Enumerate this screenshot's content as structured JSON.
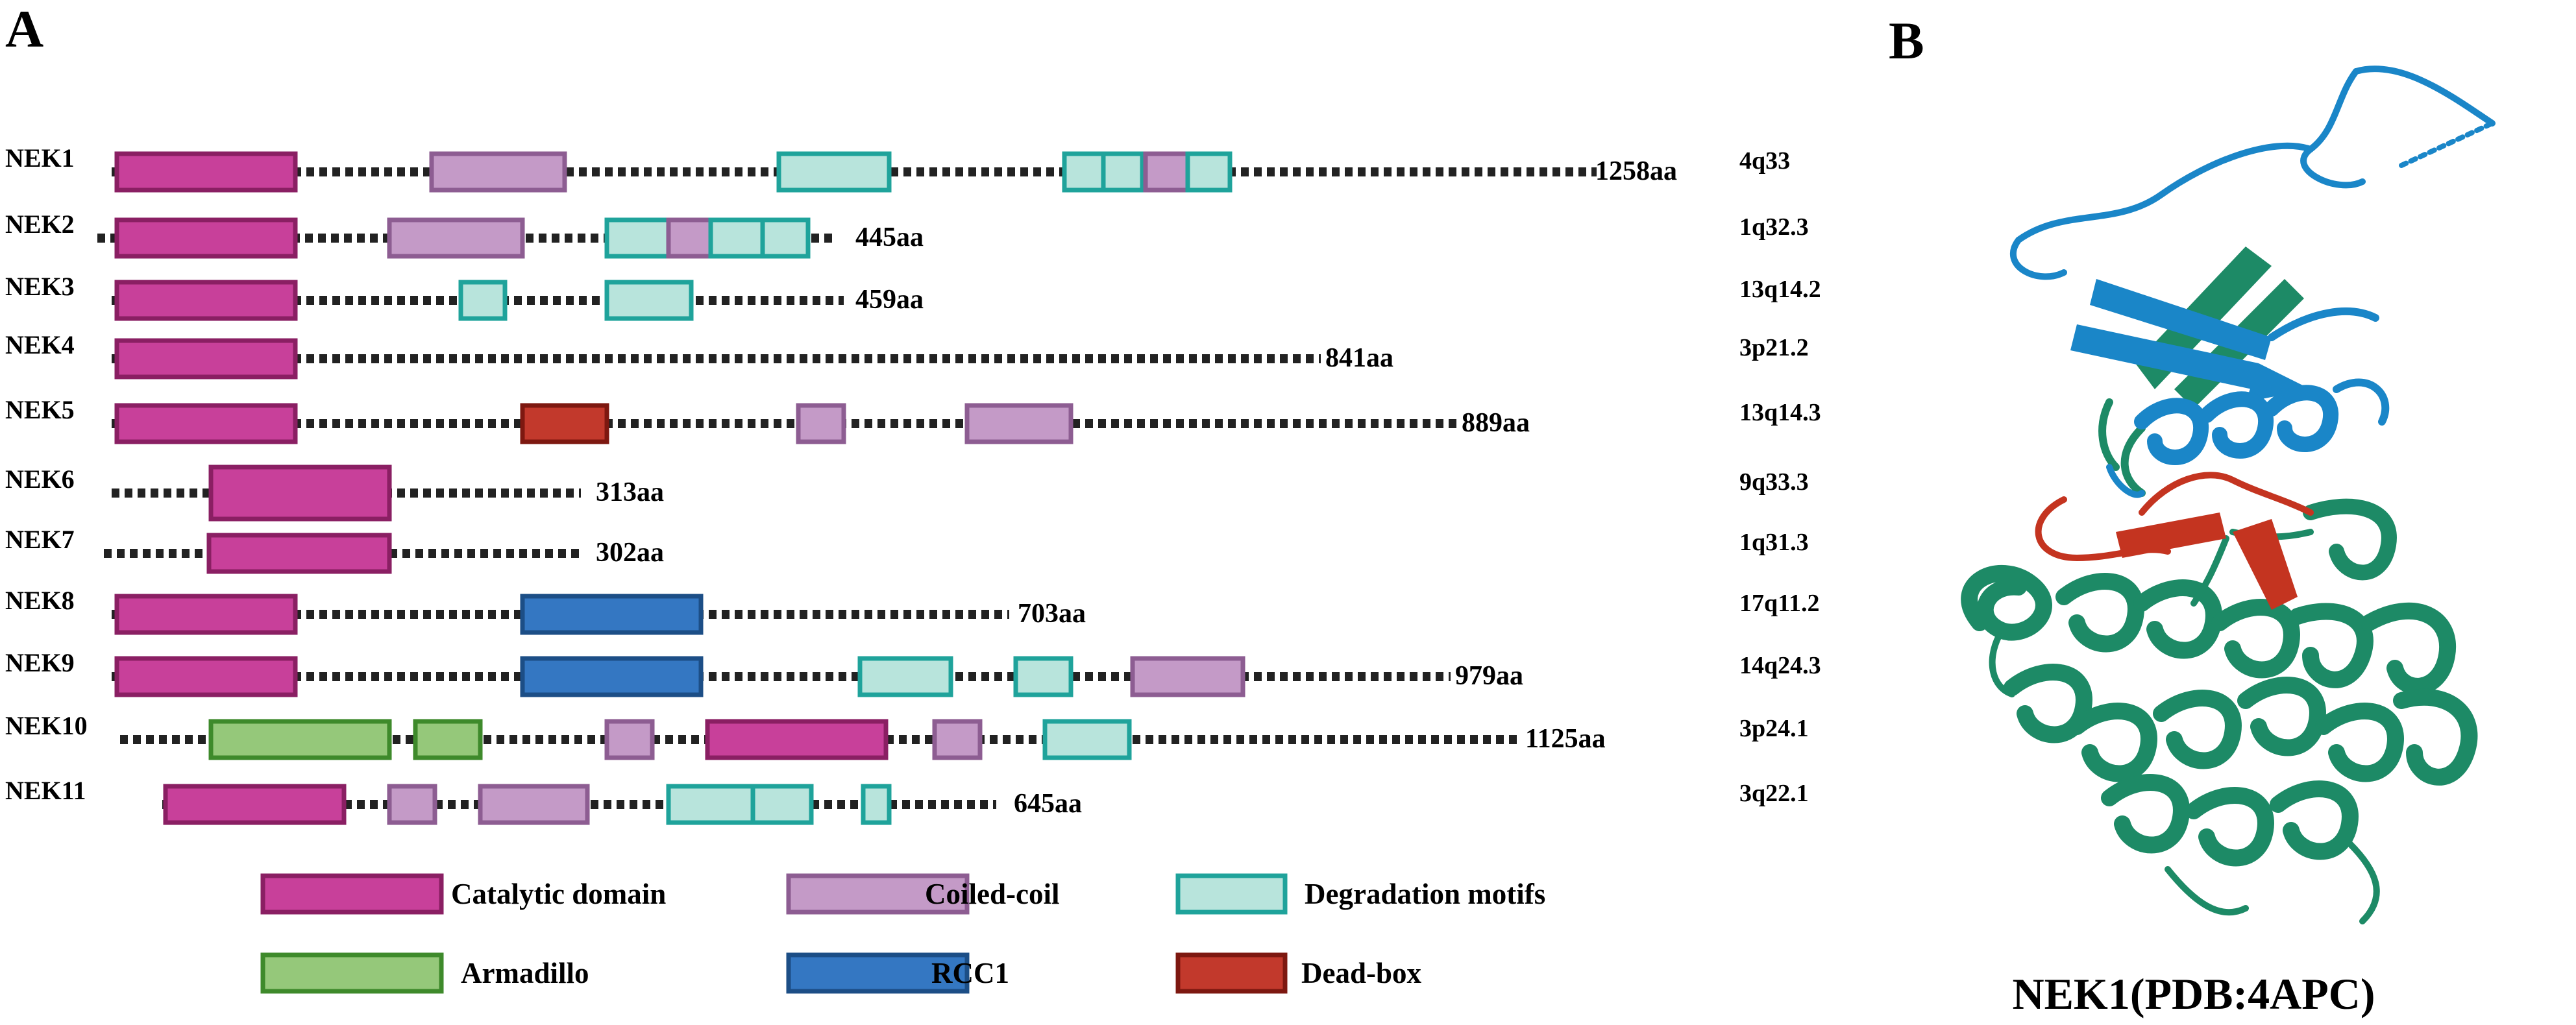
{
  "panel_a_label": "A",
  "panel_b_label": "B",
  "colors": {
    "catalytic": {
      "fill": "#c8409a",
      "stroke": "#8a1f63"
    },
    "coiled": {
      "fill": "#c49ac7",
      "stroke": "#8d5d92"
    },
    "degradation": {
      "fill": "#b8e4dc",
      "stroke": "#1fa39b"
    },
    "armadillo": {
      "fill": "#95c87a",
      "stroke": "#3e8a2b"
    },
    "rcc1": {
      "fill": "#3477c2",
      "stroke": "#1c4e86"
    },
    "deadbox": {
      "fill": "#c2392c",
      "stroke": "#7d1810"
    },
    "line": "#222222",
    "structure_teal": "#1d8a66",
    "structure_blue": "#1a86c8",
    "structure_red": "#c43420"
  },
  "proteins": [
    {
      "name": "NEK1",
      "length": "1258aa",
      "chromosome": "4q33",
      "domains": [
        {
          "type": "catalytic"
        },
        {
          "type": "coiled"
        },
        {
          "type": "degradation"
        },
        {
          "type": "degradation"
        },
        {
          "type": "degradation"
        },
        {
          "type": "coiled"
        },
        {
          "type": "degradation"
        }
      ]
    },
    {
      "name": "NEK2",
      "length": "445aa",
      "chromosome": "1q32.3",
      "domains": [
        {
          "type": "catalytic"
        },
        {
          "type": "coiled"
        },
        {
          "type": "degradation"
        },
        {
          "type": "coiled"
        },
        {
          "type": "degradation"
        },
        {
          "type": "degradation"
        }
      ]
    },
    {
      "name": "NEK3",
      "length": "459aa",
      "chromosome": "13q14.2",
      "domains": [
        {
          "type": "catalytic"
        },
        {
          "type": "degradation"
        },
        {
          "type": "degradation"
        }
      ]
    },
    {
      "name": "NEK4",
      "length": "841aa",
      "chromosome": "3p21.2",
      "domains": [
        {
          "type": "catalytic"
        }
      ]
    },
    {
      "name": "NEK5",
      "length": "889aa",
      "chromosome": "13q14.3",
      "domains": [
        {
          "type": "catalytic"
        },
        {
          "type": "deadbox"
        },
        {
          "type": "coiled"
        },
        {
          "type": "coiled"
        }
      ]
    },
    {
      "name": "NEK6",
      "length": "313aa",
      "chromosome": "9q33.3",
      "domains": [
        {
          "type": "catalytic"
        }
      ]
    },
    {
      "name": "NEK7",
      "length": "302aa",
      "chromosome": "1q31.3",
      "domains": [
        {
          "type": "catalytic"
        }
      ]
    },
    {
      "name": "NEK8",
      "length": "703aa",
      "chromosome": "17q11.2",
      "domains": [
        {
          "type": "catalytic"
        },
        {
          "type": "rcc1"
        }
      ]
    },
    {
      "name": "NEK9",
      "length": "979aa",
      "chromosome": "14q24.3",
      "domains": [
        {
          "type": "catalytic"
        },
        {
          "type": "rcc1"
        },
        {
          "type": "degradation"
        },
        {
          "type": "degradation"
        },
        {
          "type": "coiled"
        }
      ]
    },
    {
      "name": "NEK10",
      "length": "1125aa",
      "chromosome": "3p24.1",
      "domains": [
        {
          "type": "armadillo"
        },
        {
          "type": "armadillo"
        },
        {
          "type": "coiled"
        },
        {
          "type": "catalytic"
        },
        {
          "type": "coiled"
        },
        {
          "type": "degradation"
        }
      ]
    },
    {
      "name": "NEK11",
      "length": "645aa",
      "chromosome": "3q22.1",
      "domains": [
        {
          "type": "catalytic"
        },
        {
          "type": "coiled"
        },
        {
          "type": "coiled"
        },
        {
          "type": "degradation"
        },
        {
          "type": "degradation"
        },
        {
          "type": "degradation"
        }
      ]
    }
  ],
  "legend": [
    {
      "type": "catalytic",
      "label": "Catalytic domain"
    },
    {
      "type": "coiled",
      "label": "Coiled-coil"
    },
    {
      "type": "degradation",
      "label": "Degradation motifs"
    },
    {
      "type": "armadillo",
      "label": "Armadillo"
    },
    {
      "type": "rcc1",
      "label": "RCC1"
    },
    {
      "type": "deadbox",
      "label": "Dead-box"
    }
  ],
  "structure_caption": "NEK1(PDB:4APC)"
}
